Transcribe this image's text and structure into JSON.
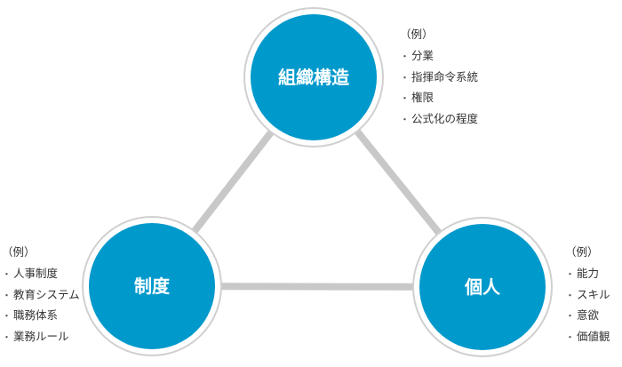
{
  "diagram": {
    "nodes": {
      "top": {
        "label": "組織構造",
        "color": "#0099cc"
      },
      "left": {
        "label": "制度",
        "color": "#0099cc"
      },
      "right": {
        "label": "個人",
        "color": "#0099cc"
      }
    },
    "connector_color": "#c8c8c8",
    "ring_color": "#d0d0d0"
  },
  "examples": {
    "top": {
      "heading": "（例）",
      "items": [
        "分業",
        "指揮命令系統",
        "権限",
        "公式化の程度"
      ]
    },
    "left": {
      "heading": "（例）",
      "items": [
        "人事制度",
        "教育システム",
        "職務体系",
        "業務ルール"
      ]
    },
    "right": {
      "heading": "（例）",
      "items": [
        "能力",
        "スキル",
        "意欲",
        "価値観"
      ]
    }
  }
}
